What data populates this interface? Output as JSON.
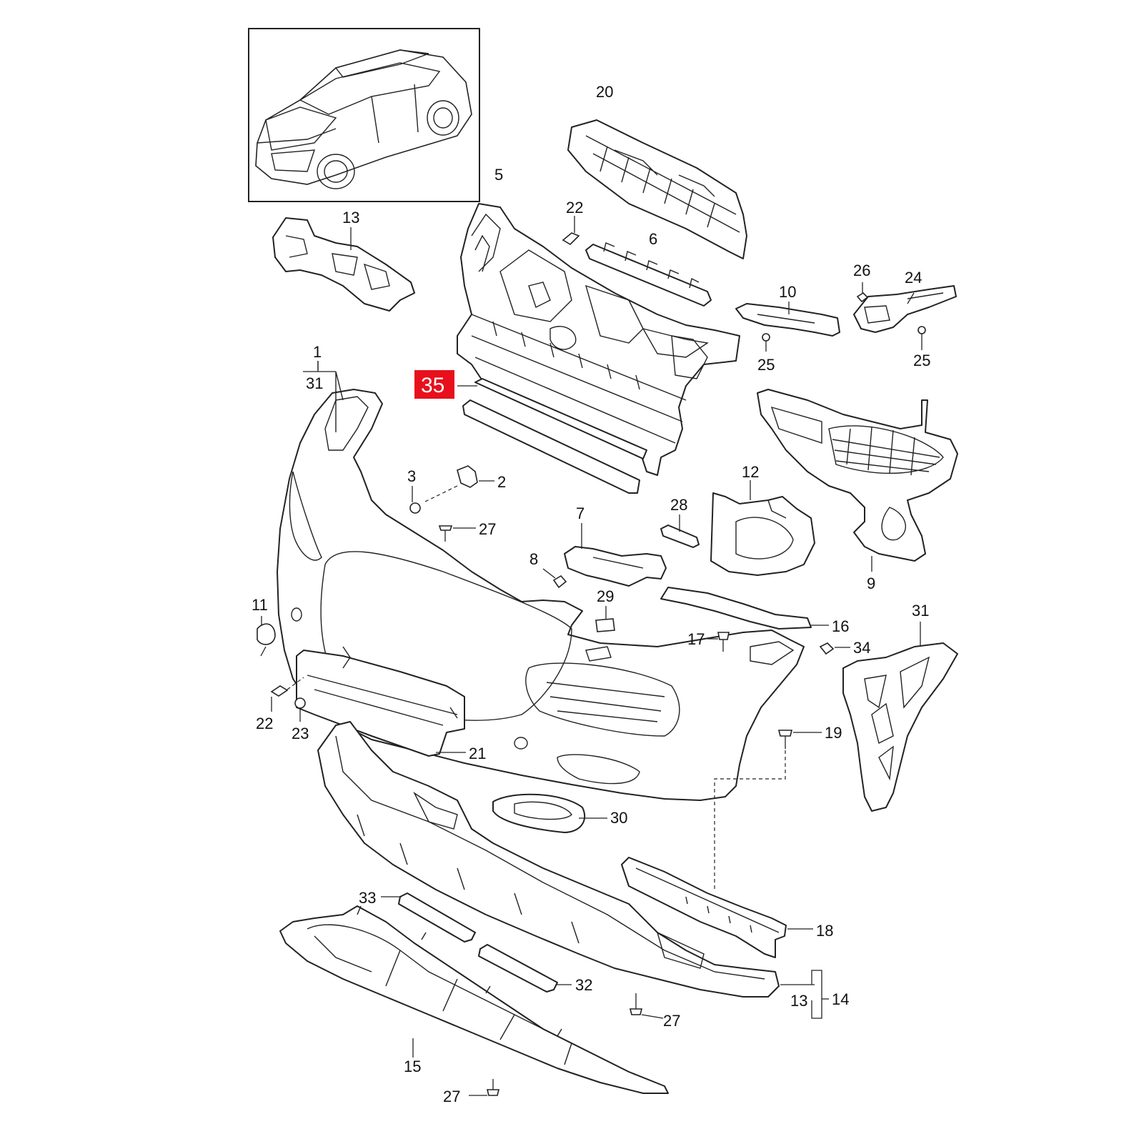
{
  "callouts": {
    "c1": "1",
    "c2": "2",
    "c3": "3",
    "c5": "5",
    "c6": "6",
    "c7": "7",
    "c8": "8",
    "c9": "9",
    "c10": "10",
    "c11": "11",
    "c12": "12",
    "c13a": "13",
    "c13b": "13",
    "c14": "14",
    "c15": "15",
    "c16": "16",
    "c17": "17",
    "c18": "18",
    "c19": "19",
    "c20": "20",
    "c21": "21",
    "c22a": "22",
    "c22b": "22",
    "c23": "23",
    "c24": "24",
    "c25a": "25",
    "c25b": "25",
    "c26": "26",
    "c27a": "27",
    "c27b": "27",
    "c27c": "27",
    "c28": "28",
    "c29": "29",
    "c30": "30",
    "c31a": "31",
    "c31b": "31",
    "c32": "32",
    "c33": "33",
    "c34": "34"
  },
  "highlight": {
    "label": "35",
    "color": "#e8101c"
  }
}
